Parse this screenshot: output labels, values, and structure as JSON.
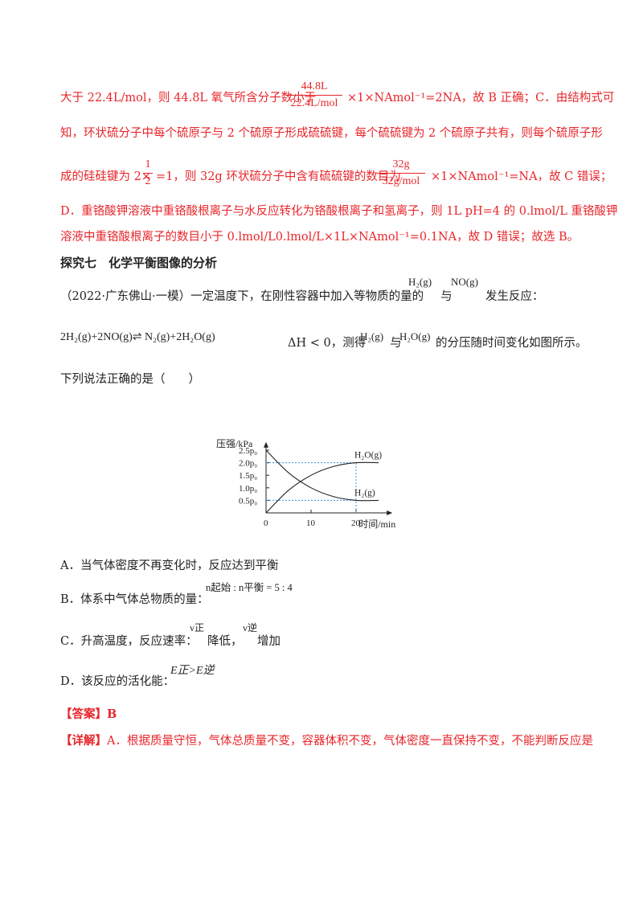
{
  "answer_text": {
    "line1_a": "大于 22.4L/mol，则 44.8L 氧气所含分子数小于",
    "frac1_num": "44.8L",
    "frac1_den": "22.4L/mol",
    "line1_b": "×1×NAmol⁻¹=2NA，故 B 正确；C．由结构式可",
    "line2": "知，环状硫分子中每个硫原子与 2 个硫原子形成硫硫键，每个硫硫键为 2 个硫原子共有，则每个硫原子形",
    "line3_a": "成的硅硅键为 2×",
    "frac2_num": "1",
    "frac2_den": "2",
    "line3_b": "=1，则 32g 环状硫分子中含有硫硫键的数目为",
    "frac3_num": "32g",
    "frac3_den": "32g/mol",
    "line3_c": "×1×NAmol⁻¹=NA，故 C 错误；",
    "line4": "D．重铬酸钾溶液中重铬酸根离子与水反应转化为铬酸根离子和氢离子，则 1L pH=4 的 0.lmol/L 重铬酸钾",
    "line5": "溶液中重铬酸根离子的数目小于 0.lmol/L0.lmol/L×1L×NAmol⁻¹=0.1NA，故 D 错误；故选 B。"
  },
  "section_title": "探究七　化学平衡图像的分析",
  "question": {
    "line1_a": "（2022·广东佛山·一模）一定温度下，在刚性容器中加入等物质的量的",
    "h2g": "H₂(g)",
    "yu": "与",
    "nog": "NO(g)",
    "line1_b": "发生反应：",
    "equation": "2H₂(g)+2NO(g)⇌ N₂(g)+2H₂O(g)",
    "line2_a": "ΔH < 0，测得",
    "line2_h2": "H₂(g)",
    "line2_yu": "与",
    "line2_h2o": "H₂O(g)",
    "line2_b": "的分压随时间变化如图所示。",
    "prompt": "下列说法正确的是（　　）"
  },
  "chart_data": {
    "type": "line",
    "ylabel": "压强/kPa",
    "xlabel": "时间/min",
    "x_ticks": [
      "0",
      "10",
      "20"
    ],
    "y_ticks": [
      "0.5p₀",
      "1.0p₀",
      "1.5p₀",
      "2.0p₀",
      "2.5p₀"
    ],
    "xlim": [
      0,
      27
    ],
    "ylim": [
      0,
      2.7
    ],
    "series": [
      {
        "name": "H₂O(g)",
        "x": [
          0,
          5,
          10,
          15,
          20,
          25
        ],
        "y": [
          0,
          0.9,
          1.5,
          1.85,
          2.0,
          2.0
        ]
      },
      {
        "name": "H₂(g)",
        "x": [
          0,
          5,
          10,
          15,
          20,
          25
        ],
        "y": [
          2.5,
          1.6,
          1.0,
          0.65,
          0.5,
          0.5
        ]
      }
    ],
    "guide_lines": {
      "x": 20,
      "y_values": [
        2.0,
        0.5
      ]
    }
  },
  "options": {
    "a": "A．当气体密度不再变化时，反应达到平衡",
    "b": "B．体系中气体总物质的量：",
    "b_expr": "n起始 : n平衡 = 5 : 4",
    "c_a": "C．升高温度，反应速率：",
    "c_v1": "v正",
    "c_mid": "降低，",
    "c_v2": "v逆",
    "c_b": "增加",
    "d": "D．该反应的活化能：",
    "d_expr": "E正>E逆"
  },
  "answer": {
    "label": "【答案】B",
    "detail_tag": "【详解】",
    "detail": "A．根据质量守恒，气体总质量不变，容器体积不变，气体密度一直保持不变，不能判断反应是"
  }
}
